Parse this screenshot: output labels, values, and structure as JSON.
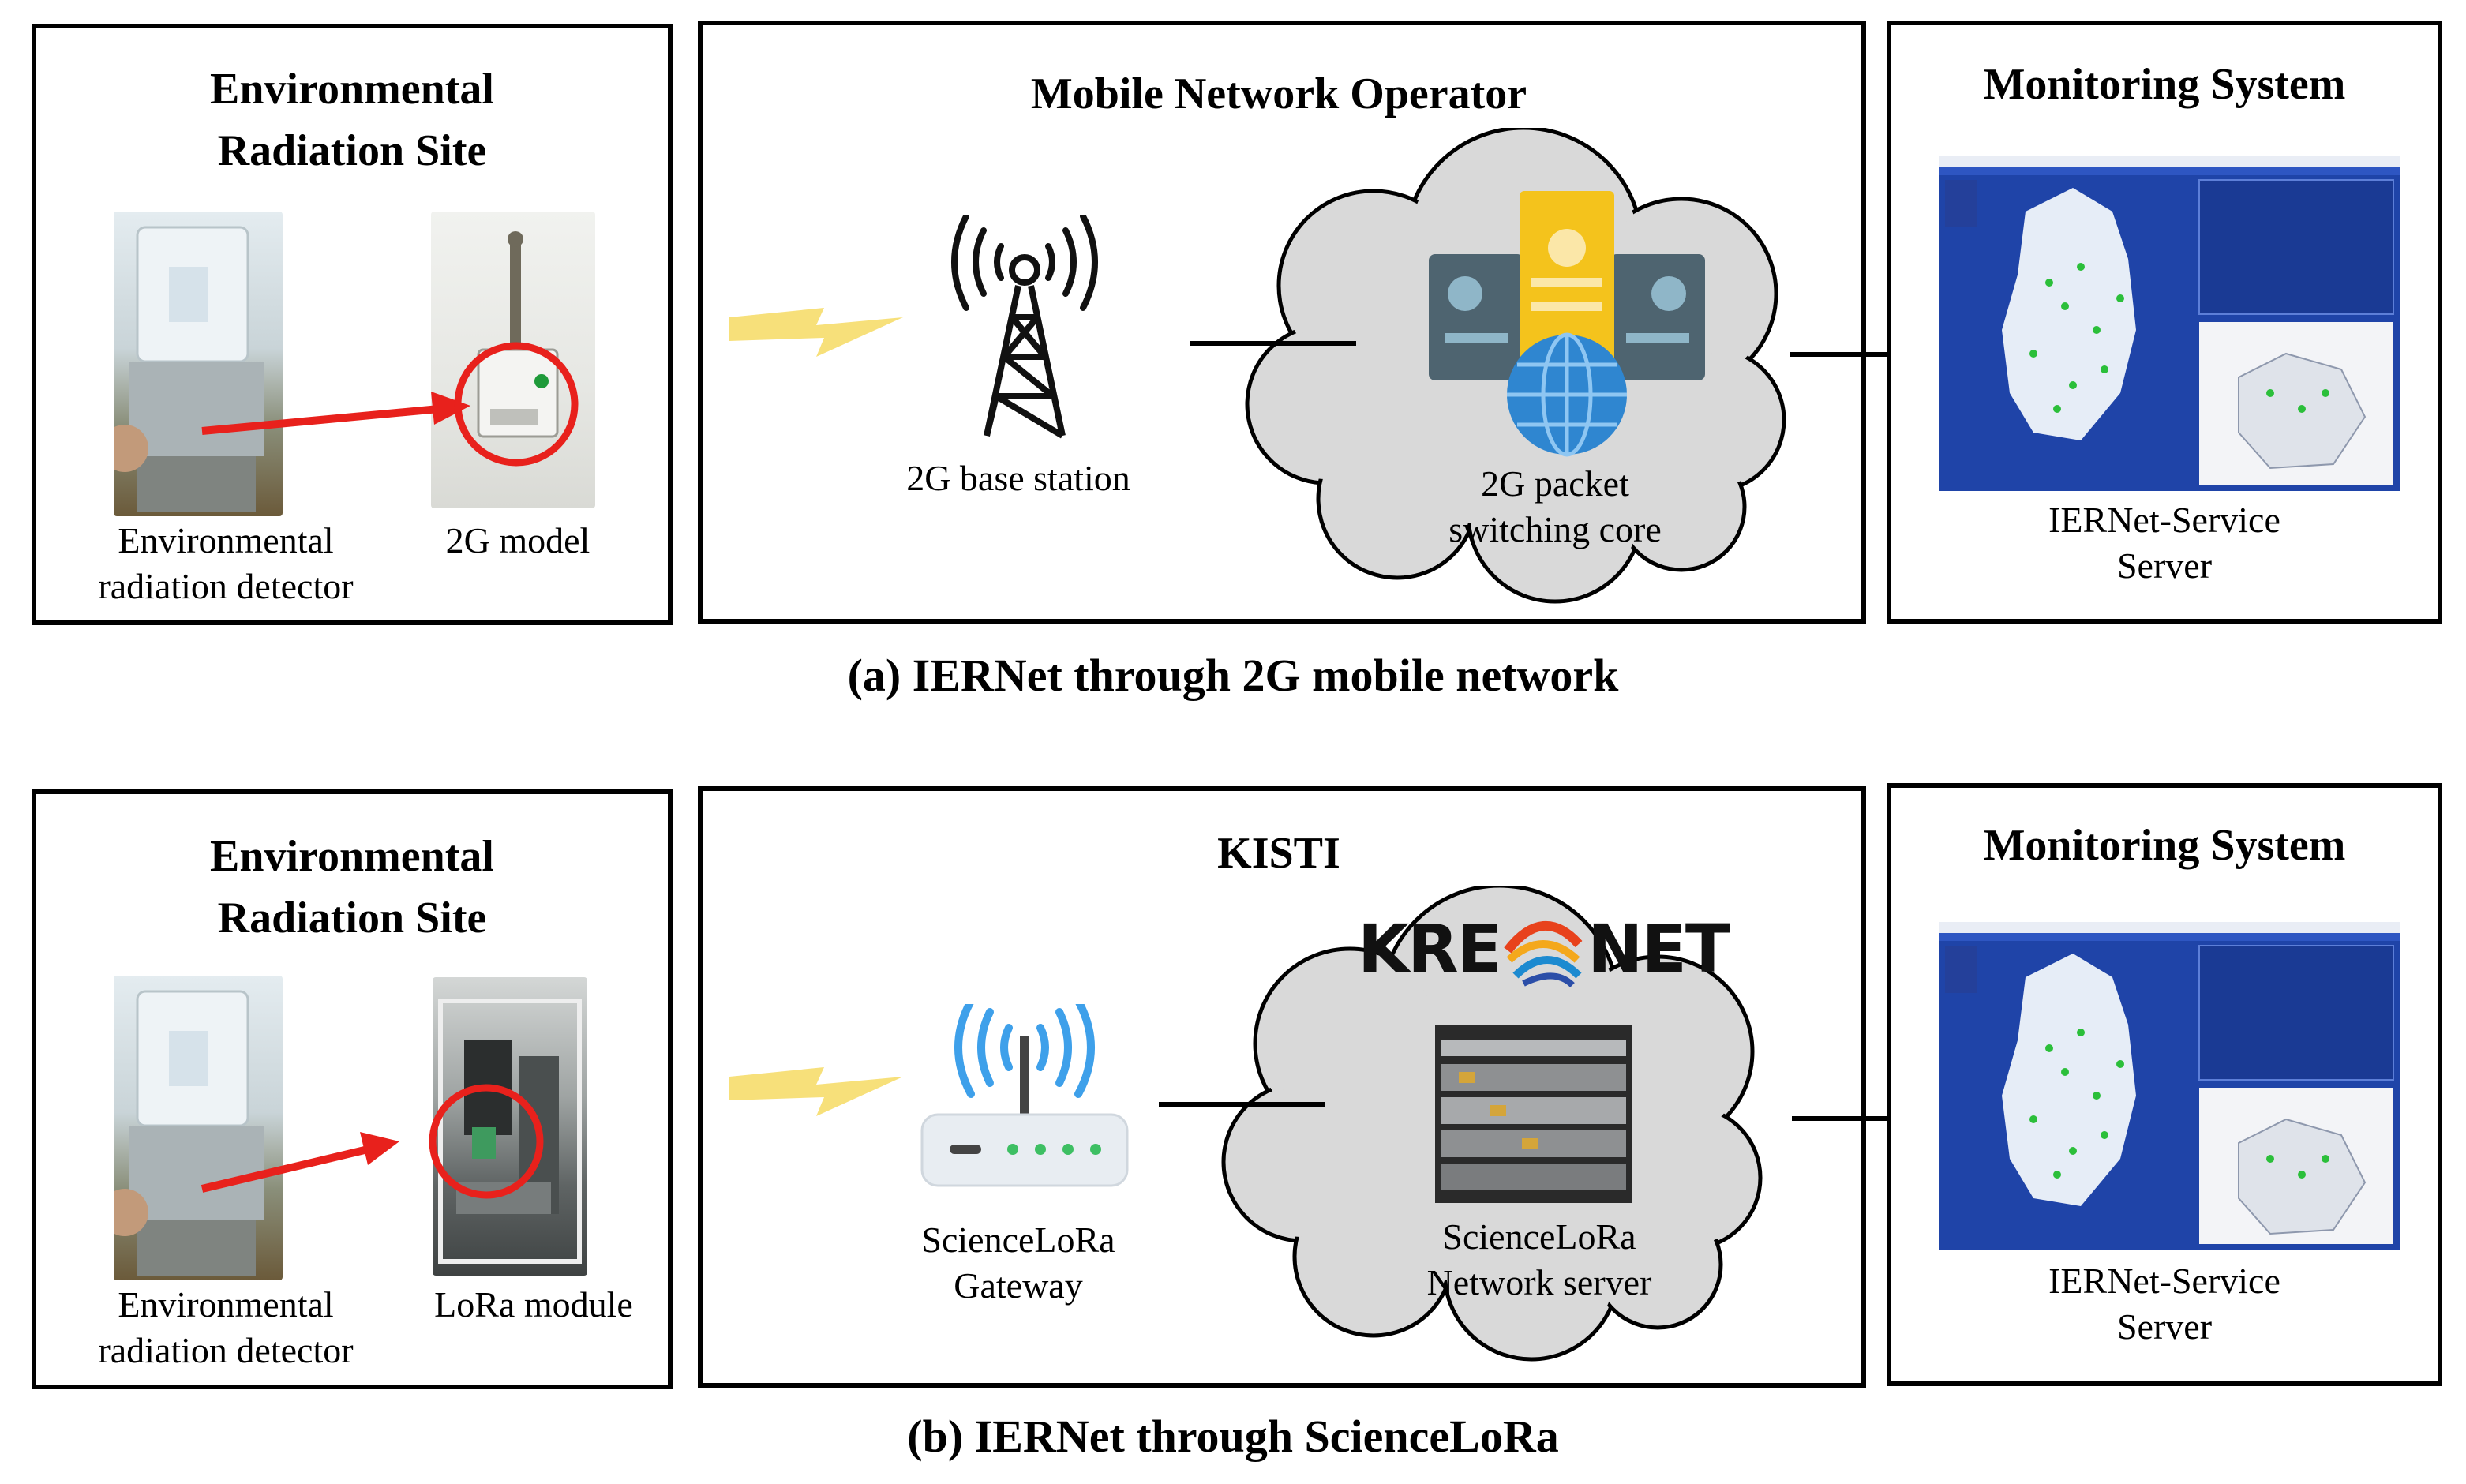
{
  "row_a": {
    "site": {
      "title_line1": "Environmental",
      "title_line2": "Radiation Site",
      "detector_label_1": "Environmental",
      "detector_label_2": "radiation detector",
      "module_label": "2G model"
    },
    "operator": {
      "title": "Mobile Network Operator",
      "station_label": "2G base station",
      "core_label_1": "2G packet",
      "core_label_2": "switching core"
    },
    "monitoring": {
      "title": "Monitoring System",
      "server_label_1": "IERNet-Service",
      "server_label_2": "Server"
    },
    "caption": "(a) IERNet through 2G mobile network"
  },
  "row_b": {
    "site": {
      "title_line1": "Environmental",
      "title_line2": "Radiation Site",
      "detector_label_1": "Environmental",
      "detector_label_2": "radiation detector",
      "module_label": "LoRa module"
    },
    "operator": {
      "title": "KISTI",
      "logo_text_left": "KRE",
      "logo_text_right": "NET",
      "gateway_label_1": "ScienceLoRa",
      "gateway_label_2": "Gateway",
      "server_label_1": "ScienceLoRa",
      "server_label_2": "Network server"
    },
    "monitoring": {
      "title": "Monitoring System",
      "server_label_1": "IERNet-Service",
      "server_label_2": "Server"
    },
    "caption": "(b) IERNet through ScienceLoRa"
  },
  "colors": {
    "cloud": "#d9d9d9",
    "arrow": "#e8211c",
    "circle": "#e8211c",
    "lightning": "#f7e07a",
    "wifi": "#3ea0ea",
    "server_dark": "#4e6470",
    "server_gold": "#f4c31c",
    "globe": "#2f86d0",
    "map_bg": "#1f44a8"
  }
}
